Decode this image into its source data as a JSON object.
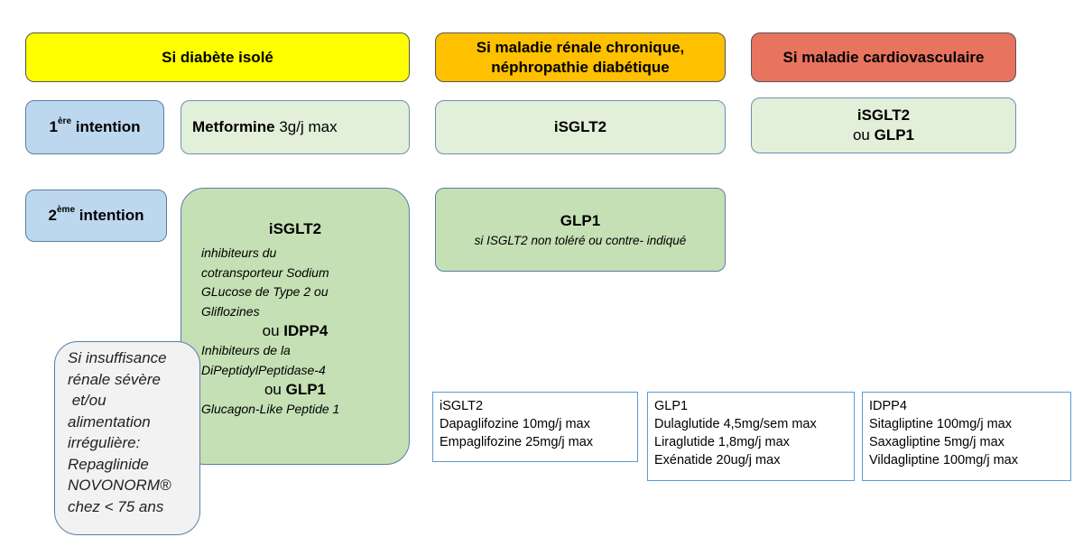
{
  "headers": {
    "diabete": "Si diabète isolé",
    "renal_line1": "Si maladie rénale chronique,",
    "renal_line2": "néphropathie diabétique",
    "cardio": "Si maladie cardiovasculaire"
  },
  "rows": {
    "first_num": "1",
    "first_sup": "ère",
    "first_label": " intention",
    "second_num": "2",
    "second_sup": "ème",
    "second_label": " intention"
  },
  "first_line": {
    "metformine_name": "Metformine",
    "metformine_dose": " 3g/j max",
    "renal": "iSGLT2",
    "cardio_line1": "iSGLT2",
    "cardio_or": "ou ",
    "cardio_glp1": "GLP1"
  },
  "second_line": {
    "isglt2_title": "iSGLT2",
    "isglt2_desc_lines": [
      "inhibiteurs du",
      "cotransporteur Sodium",
      "GLucose de Type 2 ou",
      "Gliflozines"
    ],
    "or1": "ou ",
    "idpp4_title": "IDPP4",
    "idpp4_desc_lines": [
      "Inhibiteurs de la",
      "DiPeptidylPeptidase-4"
    ],
    "or2": "ou ",
    "glp1_title": "GLP1",
    "glp1_desc": "Glucagon-Like Peptide 1",
    "renal_title": "GLP1",
    "renal_desc": "si ISGLT2 non toléré ou contre- indiqué"
  },
  "insuffisance": {
    "lines": [
      "Si insuffisance",
      "rénale sévère",
      " et/ou",
      "alimentation",
      "irrégulière:",
      "Repaglinide",
      "NOVONORM®",
      "chez < 75 ans"
    ]
  },
  "drug_boxes": [
    {
      "title": "iSGLT2",
      "lines": [
        "Dapaglifozine 10mg/j max",
        "Empaglifozine 25mg/j max"
      ]
    },
    {
      "title": "GLP1",
      "lines": [
        "Dulaglutide 4,5mg/sem max",
        "Liraglutide 1,8mg/j max",
        "Exénatide 20ug/j max"
      ]
    },
    {
      "title": "IDPP4",
      "lines": [
        "Sitagliptine 100mg/j max",
        "Saxagliptine 5mg/j max",
        "Vildagliptine 100mg/j max"
      ]
    }
  ],
  "colors": {
    "yellow": "#ffff00",
    "orange": "#ffc000",
    "red": "#e8735f",
    "blue": "#bdd7ee",
    "light_green": "#e2efd9",
    "green": "#c5e0b4",
    "grey": "#f2f2f2"
  }
}
